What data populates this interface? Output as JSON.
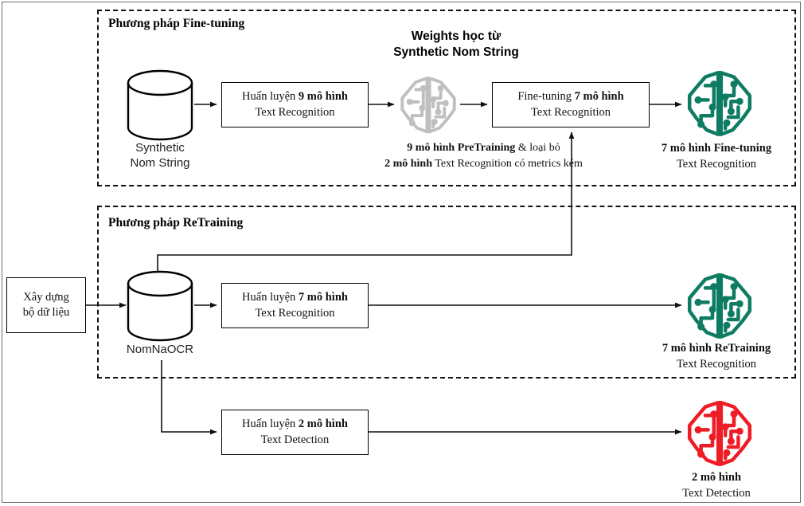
{
  "diagram": {
    "title_fine_tuning": "Phương pháp Fine-tuning",
    "title_retraining": "Phương pháp ReTraining",
    "weights_note_line1": "Weights học từ",
    "weights_note_line2": "Synthetic Nom String",
    "input_box": {
      "line1": "Xây dựng",
      "line2": "bộ dữ liệu"
    },
    "synthetic_db": {
      "line1": "Synthetic",
      "line2": "Nom String"
    },
    "nomnaocr_db": {
      "line1": "NomNaOCR"
    },
    "box_train9": {
      "line1_pre": "Huấn luyện ",
      "line1_bold": "9 mô hình",
      "line2": "Text Recognition"
    },
    "box_finetune7": {
      "line1_pre": "Fine-tuning ",
      "line1_bold": "7 mô hình",
      "line2": "Text Recognition"
    },
    "box_train7": {
      "line1_pre": "Huấn luyện ",
      "line1_bold": "7 mô hình",
      "line2": "Text Recognition"
    },
    "box_train2det": {
      "line1_pre": "Huấn luyện ",
      "line1_bold": "2 mô hình",
      "line2": "Text Detection"
    },
    "pretrain_note": {
      "line1_bold": "9 mô hình PreTraining",
      "line1_rest": " & loại bỏ",
      "line2_bold": "2 mô hình",
      "line2_rest": " Text Recognition có metrics kém"
    },
    "out_finetuning": {
      "line1": "7 mô hình Fine-tuning",
      "line2": "Text Recognition"
    },
    "out_retraining": {
      "line1": "7 mô hình ReTraining",
      "line2": "Text Recognition"
    },
    "out_detection": {
      "line1": "2 mô hình",
      "line2": "Text Detection"
    },
    "icons": {
      "brain_gray": "ai-brain-icon",
      "brain_teal_top": "ai-brain-icon",
      "brain_teal_mid": "ai-brain-icon",
      "brain_red": "ai-brain-icon",
      "db_synthetic": "database-cylinder-icon",
      "db_nomnaocr": "database-cylinder-icon"
    },
    "colors": {
      "teal": "#0E7C62",
      "red": "#EE1C25",
      "gray": "#BFBFBF",
      "stroke": "#111111",
      "frame": "#6F6F6F"
    }
  }
}
